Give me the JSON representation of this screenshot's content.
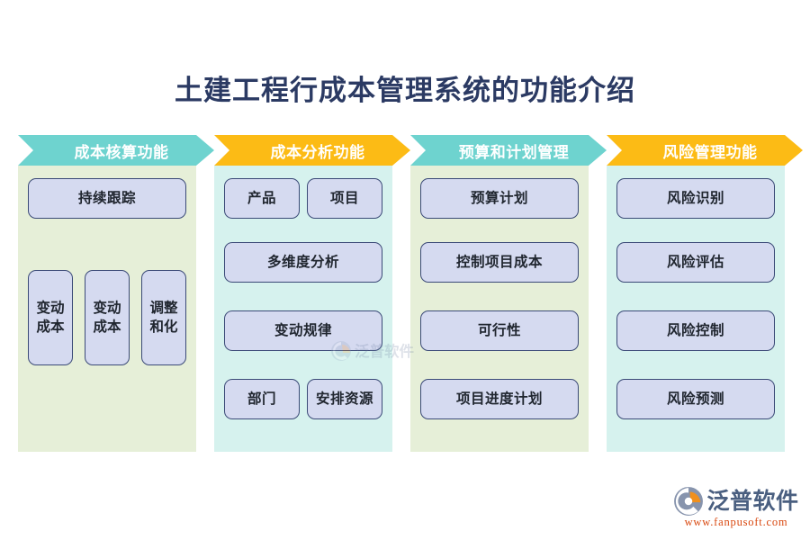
{
  "title": "土建工程行成本管理系统的功能介绍",
  "colors": {
    "title_text": "#2b3a63",
    "chevron_teal": "#6ed3cf",
    "chevron_amber": "#fcbb15",
    "panel_green": "#e6efd8",
    "panel_cyan": "#d6f2ee",
    "node_fill": "#d5daf0",
    "node_border": "#3b4a77",
    "logo_text": "#4a5f80",
    "logo_url": "#d9480f"
  },
  "columns": [
    {
      "header": "成本核算功能",
      "header_style": "teal",
      "panel_style": "green",
      "rows": [
        {
          "type": "wide",
          "items": [
            "持续跟踪"
          ]
        },
        {
          "type": "tall-triple",
          "items": [
            "变动\n成本",
            "变动\n成本",
            "调整\n和化"
          ]
        }
      ]
    },
    {
      "header": "成本分析功能",
      "header_style": "amber",
      "panel_style": "cyan",
      "rows": [
        {
          "type": "pair",
          "items": [
            "产品",
            "项目"
          ]
        },
        {
          "type": "wide",
          "items": [
            "多维度分析"
          ]
        },
        {
          "type": "wide",
          "items": [
            "变动规律"
          ]
        },
        {
          "type": "pair",
          "items": [
            "部门",
            "安排资源"
          ]
        }
      ]
    },
    {
      "header": "预算和计划管理",
      "header_style": "teal",
      "panel_style": "green",
      "rows": [
        {
          "type": "wide",
          "items": [
            "预算计划"
          ]
        },
        {
          "type": "wide",
          "items": [
            "控制项目成本"
          ]
        },
        {
          "type": "wide",
          "items": [
            "可行性"
          ]
        },
        {
          "type": "wide",
          "items": [
            "项目进度计划"
          ]
        }
      ]
    },
    {
      "header": "风险管理功能",
      "header_style": "amber",
      "panel_style": "cyan",
      "rows": [
        {
          "type": "wide",
          "items": [
            "风险识别"
          ]
        },
        {
          "type": "wide",
          "items": [
            "风险评估"
          ]
        },
        {
          "type": "wide",
          "items": [
            "风险控制"
          ]
        },
        {
          "type": "wide",
          "items": [
            "风险预测"
          ]
        }
      ]
    }
  ],
  "logo": {
    "name": "泛普软件",
    "url": "www.fanpusoft.com"
  }
}
